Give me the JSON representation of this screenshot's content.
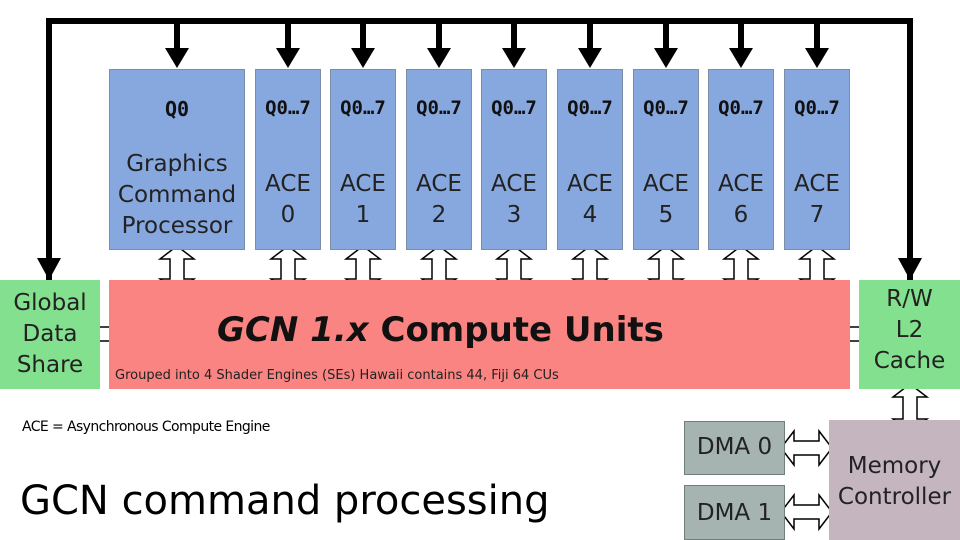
{
  "gcp": {
    "queue": "Q0",
    "label_lines": [
      "Graphics",
      "Command",
      "Processor"
    ]
  },
  "aces": [
    {
      "queue": "Q0…7",
      "label": "ACE",
      "index": "0"
    },
    {
      "queue": "Q0…7",
      "label": "ACE",
      "index": "1"
    },
    {
      "queue": "Q0…7",
      "label": "ACE",
      "index": "2"
    },
    {
      "queue": "Q0…7",
      "label": "ACE",
      "index": "3"
    },
    {
      "queue": "Q0…7",
      "label": "ACE",
      "index": "4"
    },
    {
      "queue": "Q0…7",
      "label": "ACE",
      "index": "5"
    },
    {
      "queue": "Q0…7",
      "label": "ACE",
      "index": "6"
    },
    {
      "queue": "Q0…7",
      "label": "ACE",
      "index": "7"
    }
  ],
  "compute_units": {
    "title_italic": "GCN 1.x",
    "title_rest": " Compute Units",
    "subtitle": "Grouped into 4 Shader Engines (SEs) Hawaii contains 44, Fiji 64 CUs"
  },
  "gds": {
    "lines": [
      "Global",
      "Data",
      "Share"
    ]
  },
  "l2": {
    "lines": [
      "R/W",
      "L2",
      "Cache"
    ]
  },
  "dma": [
    "DMA 0",
    "DMA 1"
  ],
  "memory_controller": {
    "lines": [
      "Memory",
      "Controller"
    ]
  },
  "legend_note": "ACE = Asynchronous Compute Engine",
  "footer_title": "GCN command processing",
  "colors": {
    "blue": "#87a7df",
    "red": "#f98481",
    "green": "#83e08f",
    "gray": "#a5b4b1",
    "mauve": "#c4b5bf"
  }
}
